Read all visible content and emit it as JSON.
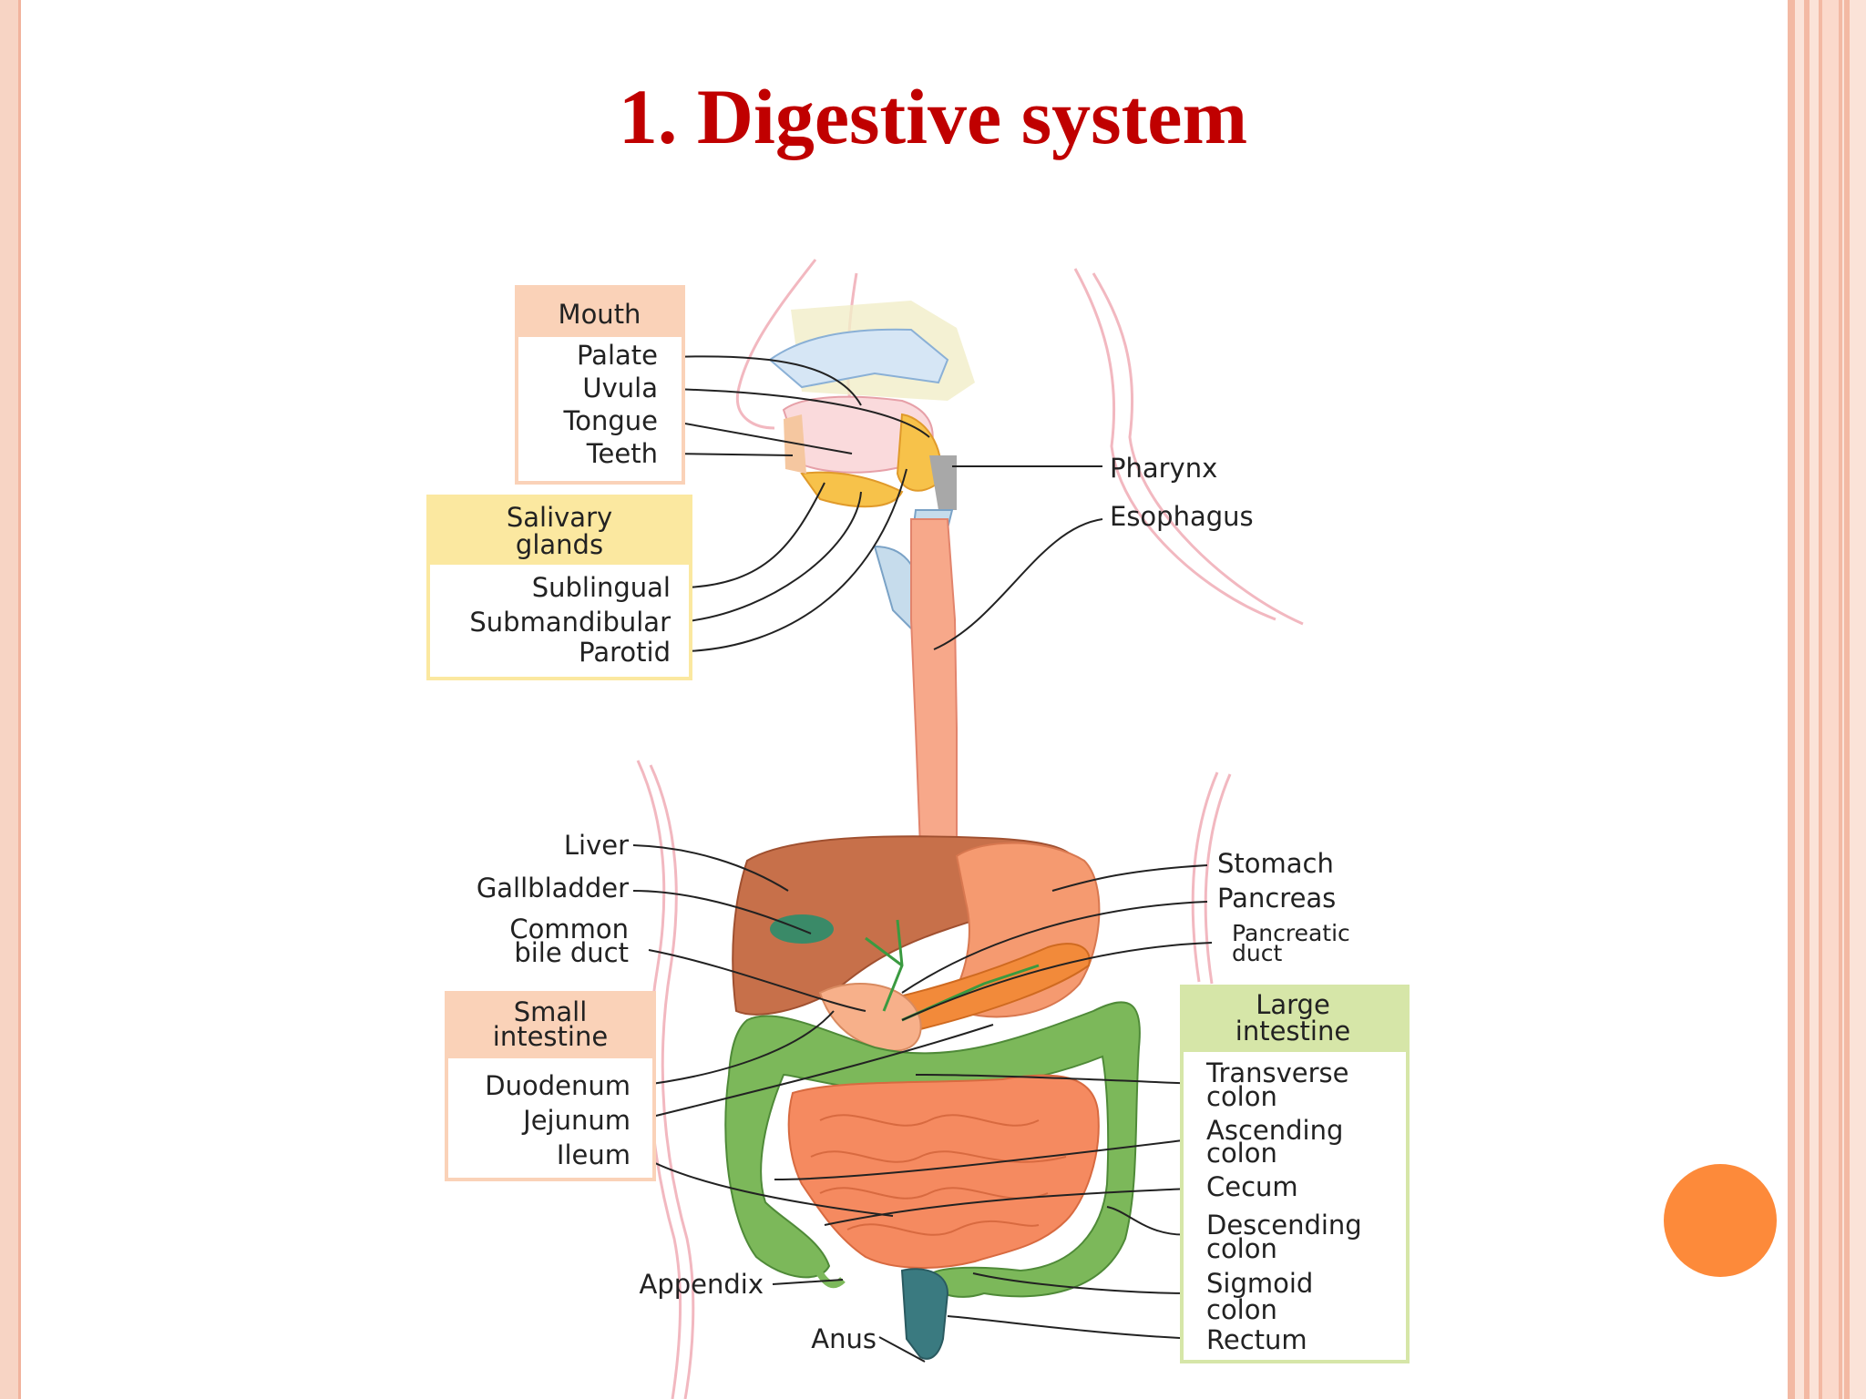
{
  "title": "1. Digestive system",
  "groups": {
    "mouth": "Mouth",
    "salivary": [
      "Salivary",
      "glands"
    ],
    "small_intestine": [
      "Small",
      "intestine"
    ],
    "large_intestine": [
      "Large",
      "intestine"
    ]
  },
  "labels": {
    "palate": "Palate",
    "uvula": "Uvula",
    "tongue": "Tongue",
    "teeth": "Teeth",
    "sublingual": "Sublingual",
    "submandibular": "Submandibular",
    "parotid": "Parotid",
    "pharynx": "Pharynx",
    "esophagus": "Esophagus",
    "liver": "Liver",
    "gallbladder": "Gallbladder",
    "common_bile_duct": [
      "Common",
      "bile duct"
    ],
    "duodenum": "Duodenum",
    "jejunum": "Jejunum",
    "ileum": "Ileum",
    "appendix": "Appendix",
    "anus": "Anus",
    "stomach": "Stomach",
    "pancreas": "Pancreas",
    "pancreatic_duct": [
      "Pancreatic",
      "duct"
    ],
    "transverse_colon": [
      "Transverse",
      "colon"
    ],
    "ascending_colon": [
      "Ascending",
      "colon"
    ],
    "cecum": "Cecum",
    "descending_colon": [
      "Descending",
      "colon"
    ],
    "sigmoid_colon": [
      "Sigmoid",
      "colon"
    ],
    "rectum": "Rectum"
  },
  "colors": {
    "title": "#c00000",
    "mouth_box": "#fad2b8",
    "salivary_box": "#fbe8a0",
    "small_intestine_box": "#fad2b8",
    "large_intestine_box": "#d6e6a8",
    "accent_dot": "#fd8a3a"
  }
}
